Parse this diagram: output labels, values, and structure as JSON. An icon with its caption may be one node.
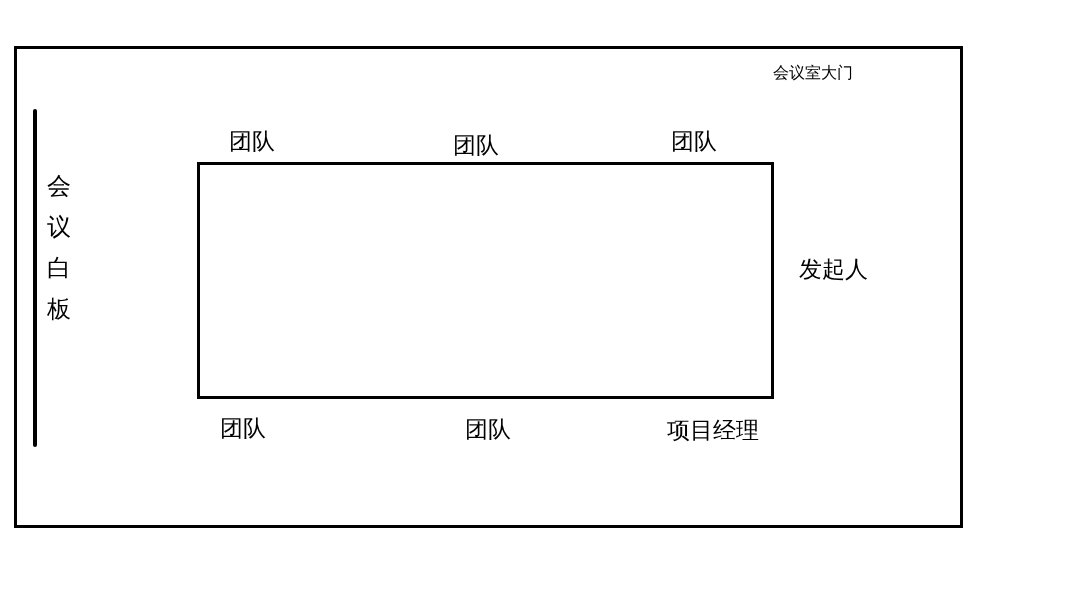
{
  "diagram": {
    "nodes": [
      {
        "text": [],
        "shape": "box"
      },
      {
        "text": [],
        "shape": "box",
        "in": 0
      },
      {
        "text": [],
        "shape": "bar",
        "in": 0,
        "beside": [
          "会议白板"
        ]
      }
    ],
    "labels": [
      "会议室大门",
      "团队",
      "团队",
      "团队",
      "发起人",
      "团队",
      "团队",
      "项目经理"
    ]
  }
}
